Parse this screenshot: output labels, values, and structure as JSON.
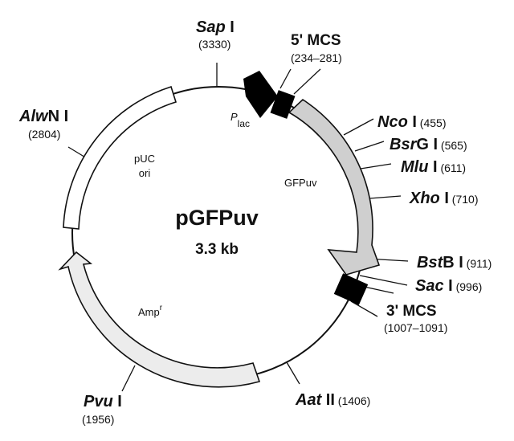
{
  "plasmid": {
    "name": "pGFPuv",
    "size": "3.3 kb"
  },
  "features": {
    "puc": {
      "line1": "pUC",
      "line2": "ori"
    },
    "gfp": {
      "label": "GFPuv"
    },
    "amp": {
      "label": "Amp",
      "sup": "r"
    },
    "plac": {
      "label": "P",
      "sub": "lac"
    }
  },
  "sites": {
    "sap": {
      "name": "Sap",
      "roman": " I",
      "pos": "(3330)"
    },
    "alwn": {
      "name": "Alw",
      "roman": "N I",
      "pos": "(2804)"
    },
    "nco": {
      "name": "Nco",
      "roman": " I",
      "pos": " (455)"
    },
    "bsrg": {
      "name": "Bsr",
      "roman": "G I",
      "pos": " (565)"
    },
    "mlu": {
      "name": "Mlu",
      "roman": " I",
      "pos": " (611)"
    },
    "xho": {
      "name": "Xho",
      "roman": " I",
      "pos": " (710)"
    },
    "bstb": {
      "name": "Bst",
      "roman": "B I",
      "pos": " (911)"
    },
    "sac": {
      "name": "Sac",
      "roman": " I",
      "pos": " (996)"
    },
    "pvu": {
      "name": "Pvu",
      "roman": " I",
      "pos": "(1956)"
    },
    "aat": {
      "name": "Aat",
      "roman": " II",
      "pos": " (1406)"
    }
  },
  "mcs": {
    "five": {
      "label": "5' MCS",
      "pos": "(234–281)"
    },
    "three": {
      "label": "3' MCS",
      "pos": "(1007–1091)"
    }
  }
}
